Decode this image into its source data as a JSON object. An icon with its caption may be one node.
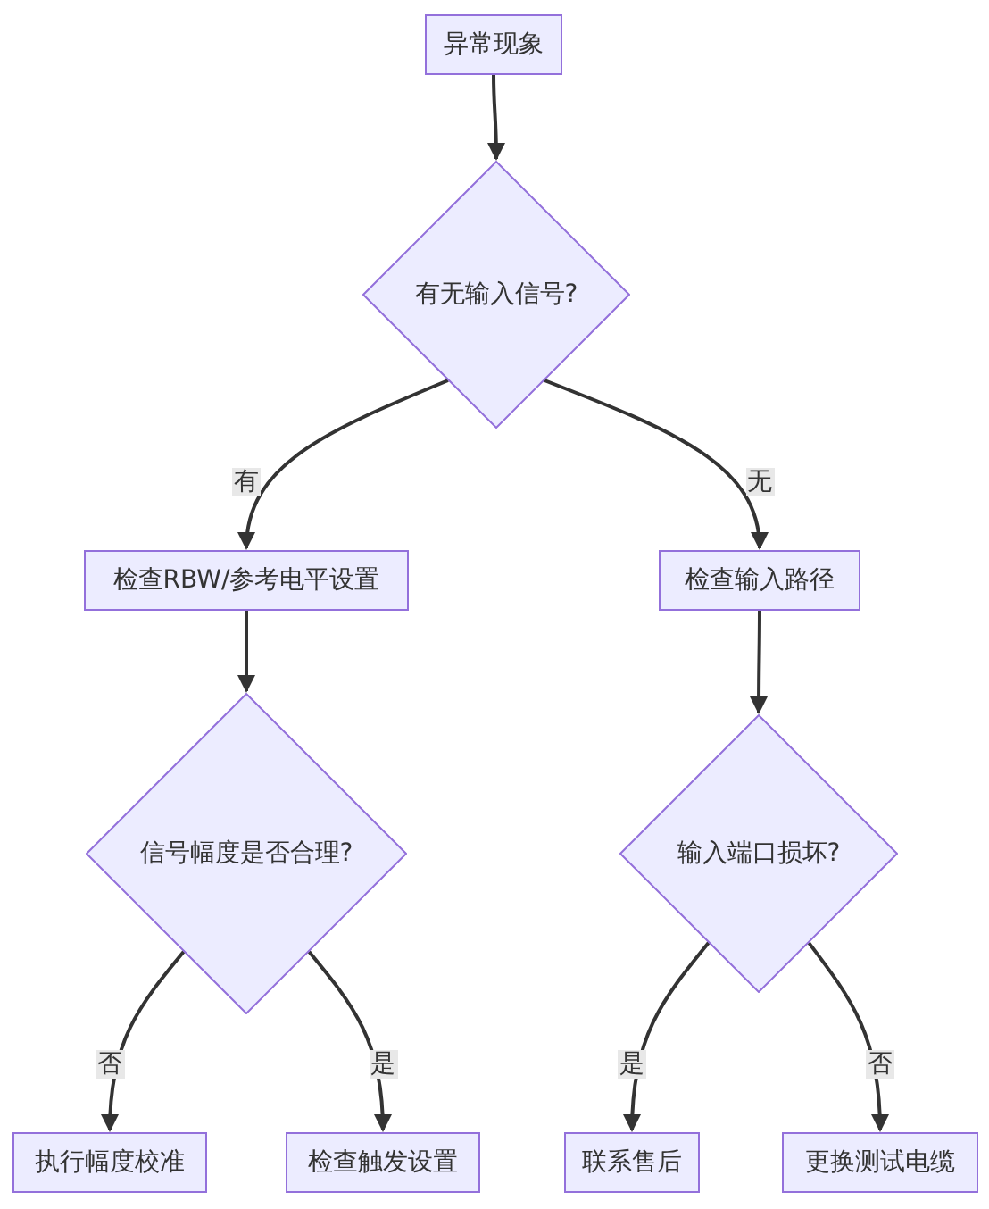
{
  "diagram": {
    "nodes": [
      {
        "text": [
          "异常现象"
        ]
      },
      {
        "text": [
          "有无输入信号?"
        ]
      },
      {
        "text": [
          "检查RBW/参考电平设置"
        ]
      },
      {
        "text": [
          "检查输入路径"
        ]
      },
      {
        "text": [
          "信号幅度是否合理?"
        ]
      },
      {
        "text": [
          "输入端口损坏?"
        ]
      },
      {
        "text": [
          "执行幅度校准"
        ]
      },
      {
        "text": [
          "检查触发设置"
        ]
      },
      {
        "text": [
          "联系售后"
        ]
      },
      {
        "text": [
          "更换测试电缆"
        ]
      }
    ],
    "edges": [
      {
        "from": 0,
        "to": 1,
        "arrow": "to"
      },
      {
        "from": 1,
        "to": 2,
        "arrow": "to",
        "label": "有"
      },
      {
        "from": 1,
        "to": 3,
        "arrow": "to",
        "label": "无"
      },
      {
        "from": 2,
        "to": 4,
        "arrow": "to"
      },
      {
        "from": 3,
        "to": 5,
        "arrow": "to"
      },
      {
        "from": 4,
        "to": 6,
        "arrow": "to",
        "label": "否"
      },
      {
        "from": 4,
        "to": 7,
        "arrow": "to",
        "label": "是"
      },
      {
        "from": 5,
        "to": 8,
        "arrow": "to",
        "label": "是"
      },
      {
        "from": 5,
        "to": 9,
        "arrow": "to",
        "label": "否"
      }
    ]
  }
}
